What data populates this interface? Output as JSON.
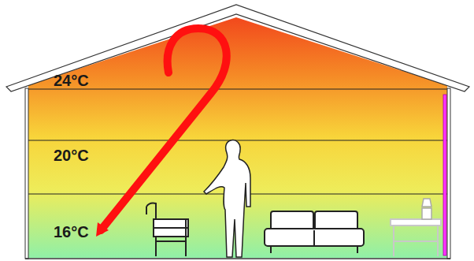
{
  "diagram": {
    "labels": [
      "24°C",
      "20°C",
      "16°C"
    ]
  }
}
